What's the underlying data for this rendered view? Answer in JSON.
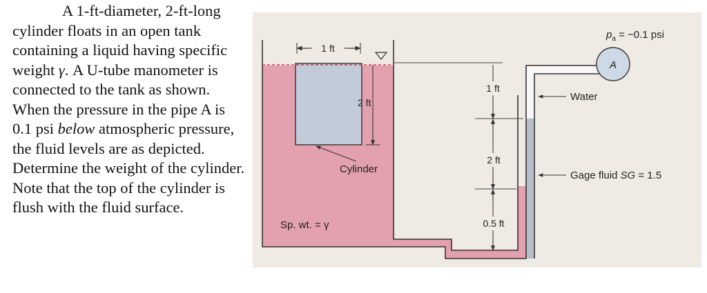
{
  "problem": {
    "sentences": [
      "A 1-ft-diameter, 2-ft-long cylinder floats in an open tank containing a liquid having specific weight ",
      "γ",
      ". A U-tube manometer is connected to the tank as shown. When the pressure in the pipe A is 0.1 psi ",
      "below",
      " atmospheric pressure, the fluid levels are as depicted. Determine the weight of the cylinder. Note that the top of the cylinder is flush with the fluid surface."
    ]
  },
  "figure": {
    "labels": {
      "diameter": "1 ft",
      "cylinder_length": "2 ft",
      "cylinder": "Cylinder",
      "specific_weight": "Sp. wt. = γ",
      "dim_1ft": "1 ft",
      "dim_2ft": "2 ft",
      "dim_05ft": "0.5 ft",
      "pressure_symbol": "p",
      "pressure_subscript": "a",
      "pressure_value": " = −0.1 psi",
      "pipe_label": "A",
      "water": "Water",
      "gage_fluid_prefix": "Gage fluid ",
      "gage_fluid_sg": "SG",
      "gage_fluid_value": " = 1.5"
    },
    "colors": {
      "background": "#efeae4",
      "liquid": "#e3a0ae",
      "gage_fluid": "#b4bfcb",
      "water": "#f7f7f7",
      "cylinder": "#c2ccd8",
      "pipe_a": "#cdd9e4",
      "outline": "#333333"
    }
  }
}
